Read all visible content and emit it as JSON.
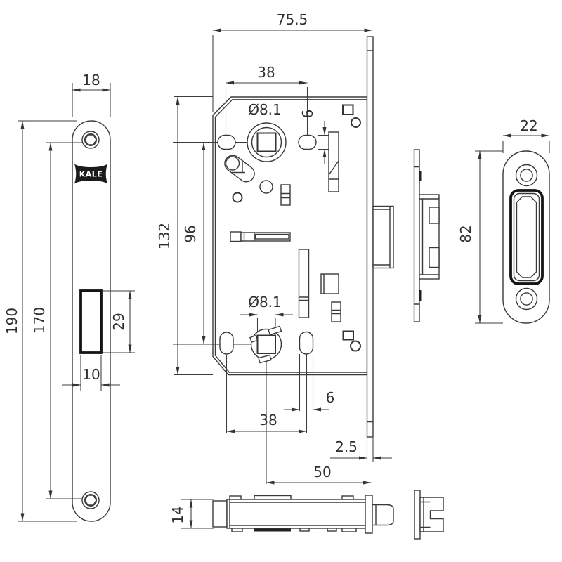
{
  "drawing": {
    "type": "technical-drawing",
    "subject": "mortise magnetic lock with faceplate, lock case, strike box and strike plate",
    "brand_logo": "KALE",
    "views": {
      "faceplate_front": {
        "name": "faceplate front view",
        "dims": {
          "width": "18",
          "total_height": "190",
          "screw_hole_spacing": "170",
          "latch_slot_height": "29",
          "latch_slot_width": "10"
        }
      },
      "lock_body_side": {
        "name": "lock body side view",
        "dims": {
          "total_depth": "75.5",
          "hole_spacing_top": "38",
          "spindle_hole_dia_top": "Ø8.1",
          "hole_offset_top": "6",
          "body_height": "132",
          "spindle_hole_spacing": "96",
          "spindle_hole_dia_bottom": "Ø8.1",
          "hole_offset_bottom": "6",
          "hole_spacing_bottom": "38",
          "faceplate_thickness": "2.5",
          "backset": "50"
        }
      },
      "strike_plate_front": {
        "name": "strike plate front view",
        "dims": {
          "width": "22",
          "height": "82"
        }
      },
      "bottom_view": {
        "name": "bottom view",
        "dims": {
          "case_thickness": "14"
        }
      }
    },
    "colors": {
      "line": "#3a3a3a",
      "thick_line": "#141414",
      "background": "#ffffff"
    }
  }
}
